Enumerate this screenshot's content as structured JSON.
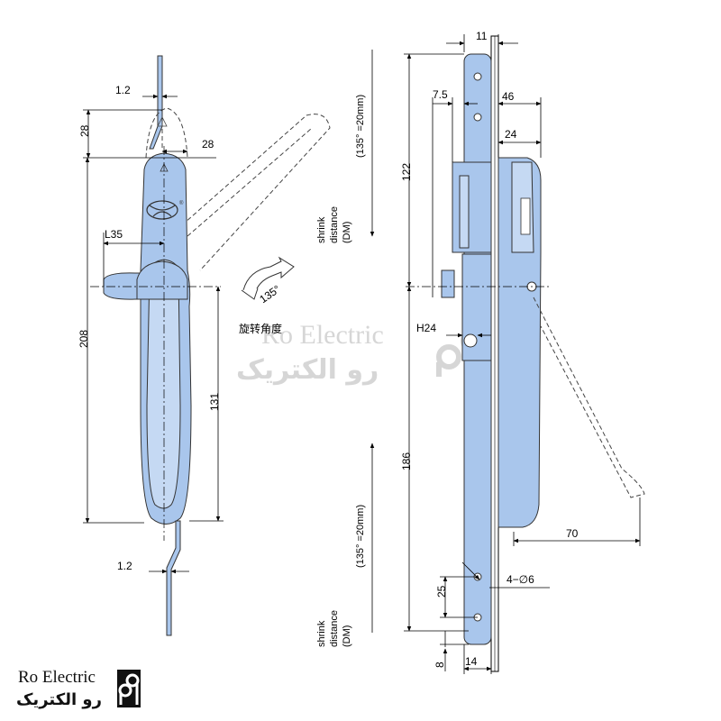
{
  "front_view": {
    "dim_plate_thickness_top": "1.2",
    "dim_lift_height": "28",
    "dim_lift_width": "28",
    "dim_handle_offset": "L35",
    "dim_total_height": "208",
    "dim_lower_height": "131",
    "dim_plate_thickness_bottom": "1.2",
    "rotation_angle": "135°",
    "rotation_label": "旋转角度"
  },
  "notes": {
    "upper_range": "(135° =20mm)",
    "upper_shrink": [
      "shrink",
      "distance",
      "(DM)"
    ],
    "lower_range": "(135° =20mm)",
    "lower_shrink": [
      "shrink",
      "distance",
      "(DM)"
    ]
  },
  "side_view": {
    "dim_plate_width": "11",
    "dim_7_5": "7.5",
    "dim_46": "46",
    "dim_24": "24",
    "dim_122": "122",
    "dim_h24": "H24",
    "dim_186": "186",
    "dim_70": "70",
    "dim_holes": "4−∅6",
    "dim_25": "25",
    "dim_8": "8",
    "dim_14": "14"
  },
  "watermark": {
    "latin": "Ro Electric",
    "persian": "رو الکتریک"
  },
  "brand": {
    "name": "Ro Electric",
    "persian": "رو الکتریک"
  },
  "colors": {
    "part_fill": "#a9c6ec",
    "part_light": "#c5d9f3",
    "outline": "#333333"
  }
}
